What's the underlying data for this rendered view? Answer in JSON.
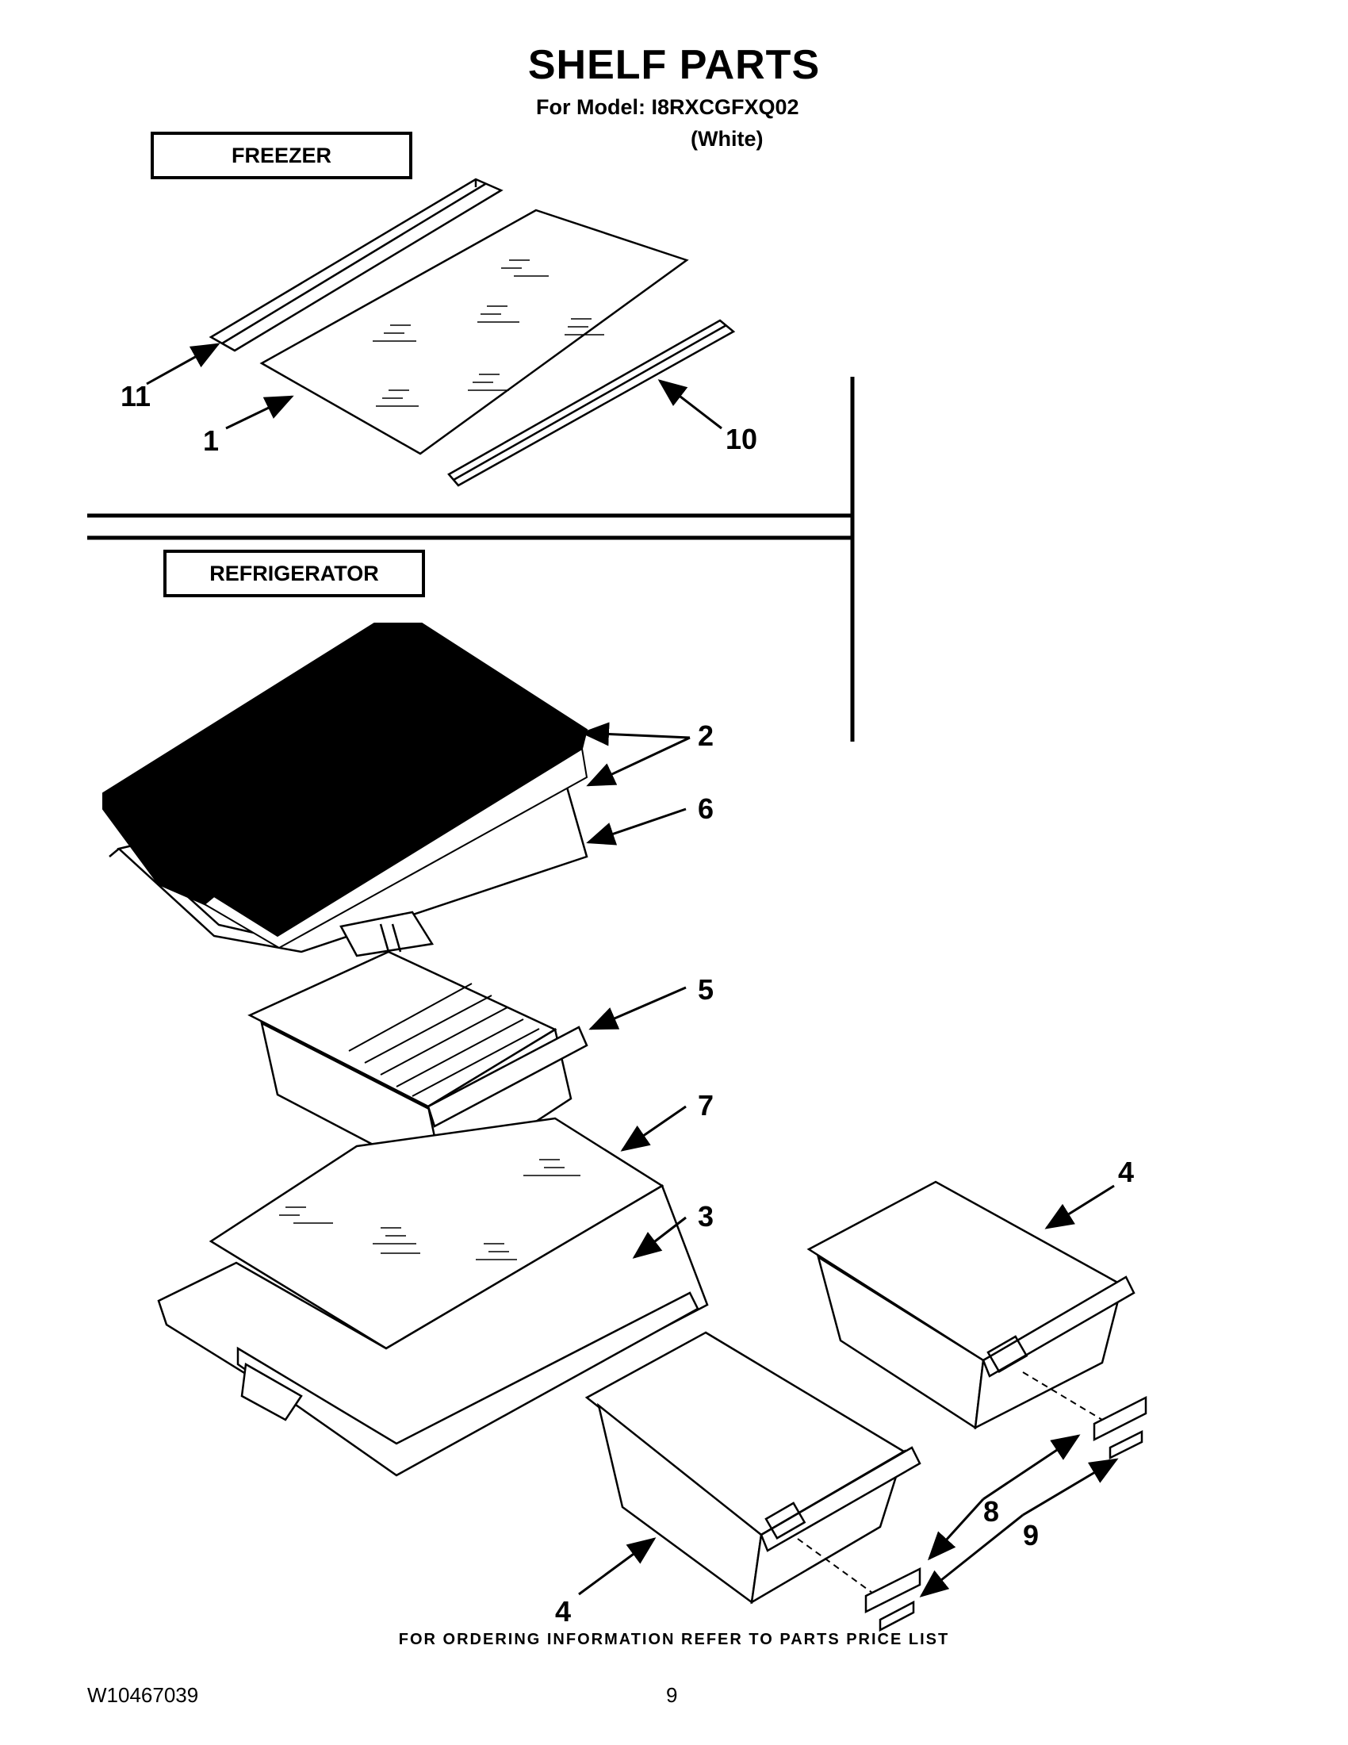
{
  "header": {
    "title": "SHELF PARTS",
    "model": "For Model: I8RXCGFXQ02",
    "color": "(White)"
  },
  "sections": {
    "freezer": "FREEZER",
    "refrigerator": "REFRIGERATOR"
  },
  "callouts": {
    "c1": "1",
    "c2": "2",
    "c3": "3",
    "c4a": "4",
    "c4b": "4",
    "c5": "5",
    "c6": "6",
    "c7": "7",
    "c8": "8",
    "c9": "9",
    "c10": "10",
    "c11": "11"
  },
  "footer": {
    "note": "FOR ORDERING INFORMATION REFER TO PARTS PRICE LIST",
    "doc_id": "W10467039",
    "page": "9"
  }
}
